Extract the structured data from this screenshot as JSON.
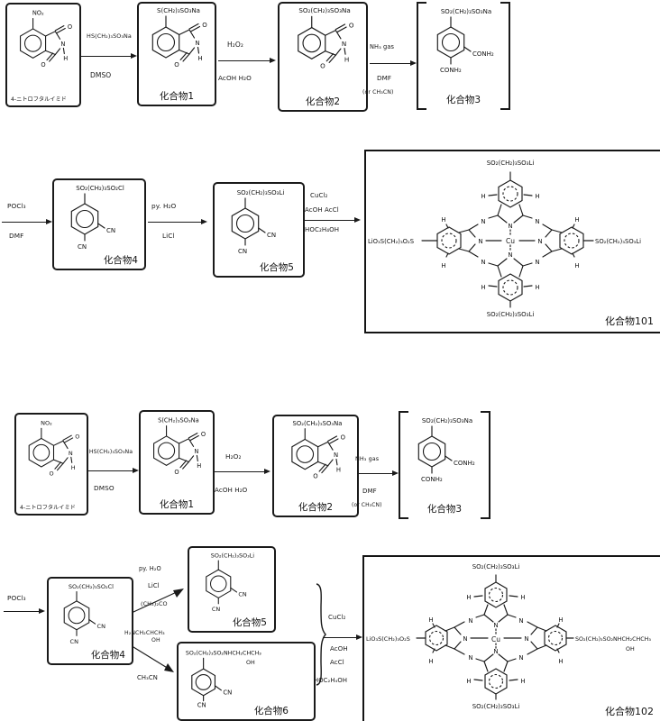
{
  "atoms": {
    "N": "N",
    "H": "H",
    "O": "O",
    "Cu": "Cu"
  },
  "scheme1": {
    "start": {
      "sub": "NO₂",
      "caption": "4-ニトロフタルイミド"
    },
    "step1": {
      "above": "HS(CH₂)₃SO₃Na",
      "below": "DMSO"
    },
    "c1": {
      "sub": "S(CH₂)₃SO₃Na",
      "caption": "化合物1"
    },
    "step2": {
      "above": "H₂O₂",
      "below": "AcOH  H₂O"
    },
    "c2": {
      "sub": "SO₂(CH₂)₃SO₃Na",
      "caption": "化合物2"
    },
    "step3": {
      "above": "NH₃ gas",
      "below": "DMF",
      "note": "(or CH₃CN)"
    },
    "c3": {
      "sub": "SO₂(CH₂)₃SO₃Na",
      "amide_right": "CONH₂",
      "amide_bottom": "CONH₂",
      "caption": "化合物3"
    },
    "step4": {
      "above": "POCl₃",
      "below": "DMF"
    },
    "c4": {
      "sub": "SO₂(CH₂)₃SO₂Cl",
      "cn_right": "CN",
      "cn_bottom": "CN",
      "caption": "化合物4"
    },
    "step5": {
      "above": "py.  H₂O",
      "below": "LiCl"
    },
    "c5": {
      "sub": "SO₂(CH₂)₃SO₃Li",
      "cn_right": "CN",
      "cn_bottom": "CN",
      "caption": "化合物5"
    },
    "step6": {
      "line1": "CuCl₂",
      "line2": "AcOH  AcCl",
      "line3": "HOC₂H₄OH"
    },
    "pc": {
      "top": "SO₂(CH₂)₃SO₃Li",
      "left": "LiO₃S(CH₂)₃O₂S",
      "right": "SO₂(CH₂)₃SO₃Li",
      "bottom": "SO₂(CH₂)₃SO₃Li",
      "caption": "化合物101"
    }
  },
  "scheme2": {
    "start": {
      "sub": "NO₂",
      "caption": "4-ニトロフタルイミド"
    },
    "step1": {
      "above": "HS(CH₂)₃SO₃Na",
      "below": "DMSO"
    },
    "c1": {
      "sub": "S(CH₂)₃SO₃Na",
      "caption": "化合物1"
    },
    "step2": {
      "above": "H₂O₂",
      "below": "AcOH  H₂O"
    },
    "c2": {
      "sub": "SO₂(CH₂)₃SO₃Na",
      "caption": "化合物2"
    },
    "step3": {
      "above": "NH₃ gas",
      "below": "DMF",
      "note": "(or CH₃CN)"
    },
    "c3": {
      "sub": "SO₂(CH₂)₃SO₃Na",
      "amide_right": "CONH₂",
      "amide_bottom": "CONH₂",
      "caption": "化合物3"
    },
    "step4": {
      "above": "POCl₃"
    },
    "c4": {
      "sub": "SO₂(CH₂)₃SO₂Cl",
      "cn_right": "CN",
      "cn_bottom": "CN",
      "caption": "化合物4"
    },
    "step5a": {
      "l1": "py.  H₂O",
      "l2": "LiCl",
      "l3": "(CH₃)₂CO"
    },
    "c5": {
      "sub": "SO₂(CH₂)₃SO₃Li",
      "cn_right": "CN",
      "cn_bottom": "CN",
      "caption": "化合物5"
    },
    "step5b": {
      "l1": "H₂NCH₂CHCH₃",
      "l1b": "OH",
      "l2": "CH₃CN"
    },
    "c6": {
      "sub": "SO₂(CH₂)₃SO₂NHCH₂CHCH₃",
      "oh": "OH",
      "cn_right": "CN",
      "cn_bottom": "CN",
      "caption": "化合物6"
    },
    "brace": "}",
    "step6": {
      "l1": "CuCl₂",
      "l2": "AcOH",
      "l3": "AcCl",
      "l4": "HOC₂H₄OH"
    },
    "pc": {
      "top": "SO₂(CH₂)₃SO₃Li",
      "left": "LiO₃S(CH₂)₃O₂S",
      "right": "SO₂(CH₂)₃SO₂NHCH₂CHCH₃",
      "right_oh": "OH",
      "bottom": "SO₂(CH₂)₃SO₃Li",
      "caption": "化合物102"
    }
  }
}
